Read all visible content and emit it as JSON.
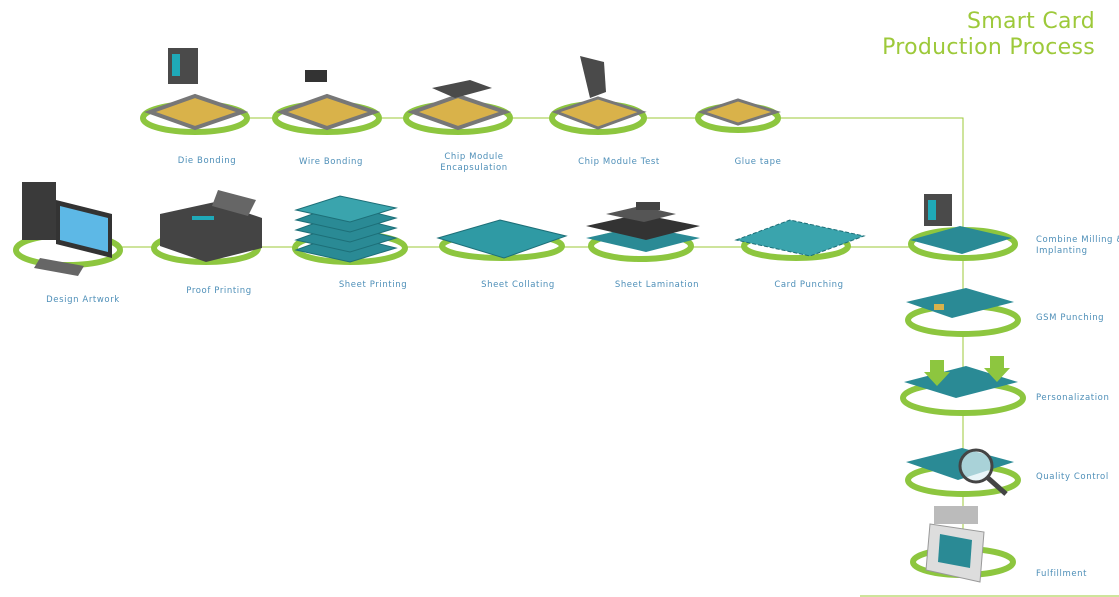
{
  "title": {
    "line1": "Smart Card",
    "line2": "Production Process"
  },
  "colors": {
    "accent": "#8dc63f",
    "label": "#4e8fb8",
    "card": "#2a8a95",
    "gold": "#d9b24a",
    "dark": "#4a4a4a"
  },
  "steps": {
    "die_bonding": "Die Bonding",
    "wire_bonding": "Wire Bonding",
    "chip_module_encapsulation_1": "Chip Module",
    "chip_module_encapsulation_2": "Encapsulation",
    "chip_module_test": "Chip Module Test",
    "glue_tape": "Glue tape",
    "design_artwork": "Design Artwork",
    "proof_printing": "Proof Printing",
    "sheet_printing": "Sheet Printing",
    "sheet_collating": "Sheet Collating",
    "sheet_lamination": "Sheet Lamination",
    "card_punching": "Card Punching",
    "combine_milling_1": "Combine Milling &",
    "combine_milling_2": "Implanting",
    "gsm_punching": "GSM Punching",
    "personalization": "Personalization",
    "quality_control": "Quality Control",
    "fulfillment": "Fulfillment"
  }
}
